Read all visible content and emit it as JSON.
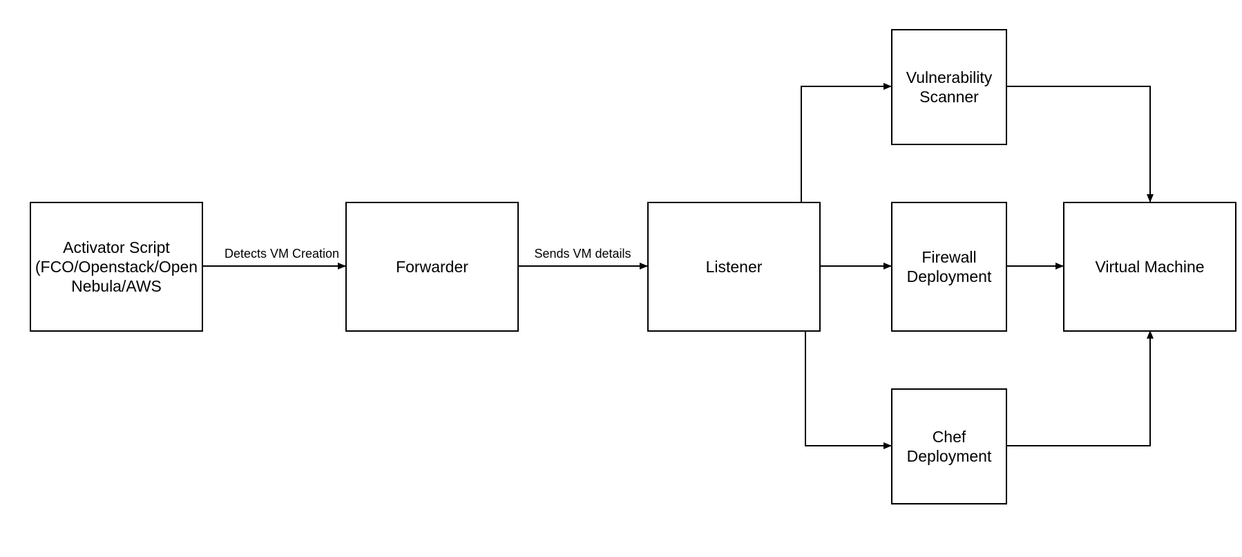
{
  "nodes": {
    "activator": {
      "label": "Activator Script\n(FCO/Openstack/Open\nNebula/AWS"
    },
    "forwarder": {
      "label": "Forwarder"
    },
    "listener": {
      "label": "Listener"
    },
    "vuln_scanner": {
      "label": "Vulnerability\nScanner"
    },
    "firewall": {
      "label": "Firewall\nDeployment"
    },
    "chef": {
      "label": "Chef\nDeployment"
    },
    "vm": {
      "label": "Virtual Machine"
    }
  },
  "edges": {
    "activator_forwarder": {
      "label": "Detects VM Creation"
    },
    "forwarder_listener": {
      "label": "Sends VM details"
    }
  },
  "colors": {
    "stroke": "#000000",
    "background": "#ffffff"
  }
}
